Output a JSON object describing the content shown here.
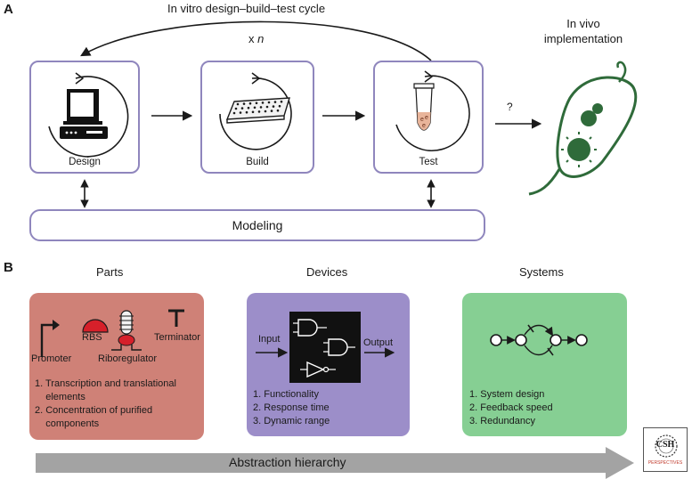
{
  "panel_a": {
    "label": "A",
    "cycle_title": "In vitro design–build–test cycle",
    "repeat_prefix": "x ",
    "repeat_var": "n",
    "stages": [
      "Design",
      "Build",
      "Test"
    ],
    "question_mark": "?",
    "in_vivo_line1": "In vivo",
    "in_vivo_line2": "implementation",
    "modeling": "Modeling",
    "colors": {
      "box_border": "#8f86bd",
      "cell": "#2f6b3a"
    }
  },
  "panel_b": {
    "label": "B",
    "columns": {
      "parts": {
        "title": "Parts",
        "color": "#cf8177",
        "labels": {
          "rbs": "RBS",
          "terminator": "Terminator",
          "promoter": "Promoter",
          "riboregulator": "Riboregulator"
        },
        "items": [
          "1. Transcription and translational",
          "    elements",
          "2. Concentration of purified",
          "    components"
        ]
      },
      "devices": {
        "title": "Devices",
        "color": "#9c8ec9",
        "input": "Input",
        "output": "Output",
        "items": [
          "1. Functionality",
          "2. Response time",
          "3. Dynamic range"
        ]
      },
      "systems": {
        "title": "Systems",
        "color": "#86cf93",
        "items": [
          "1. System design",
          "2. Feedback speed",
          "3. Redundancy"
        ]
      }
    },
    "abstraction": "Abstraction hierarchy"
  },
  "logo": {
    "line1": "CSH",
    "line2": "PERSPECTIVES"
  }
}
